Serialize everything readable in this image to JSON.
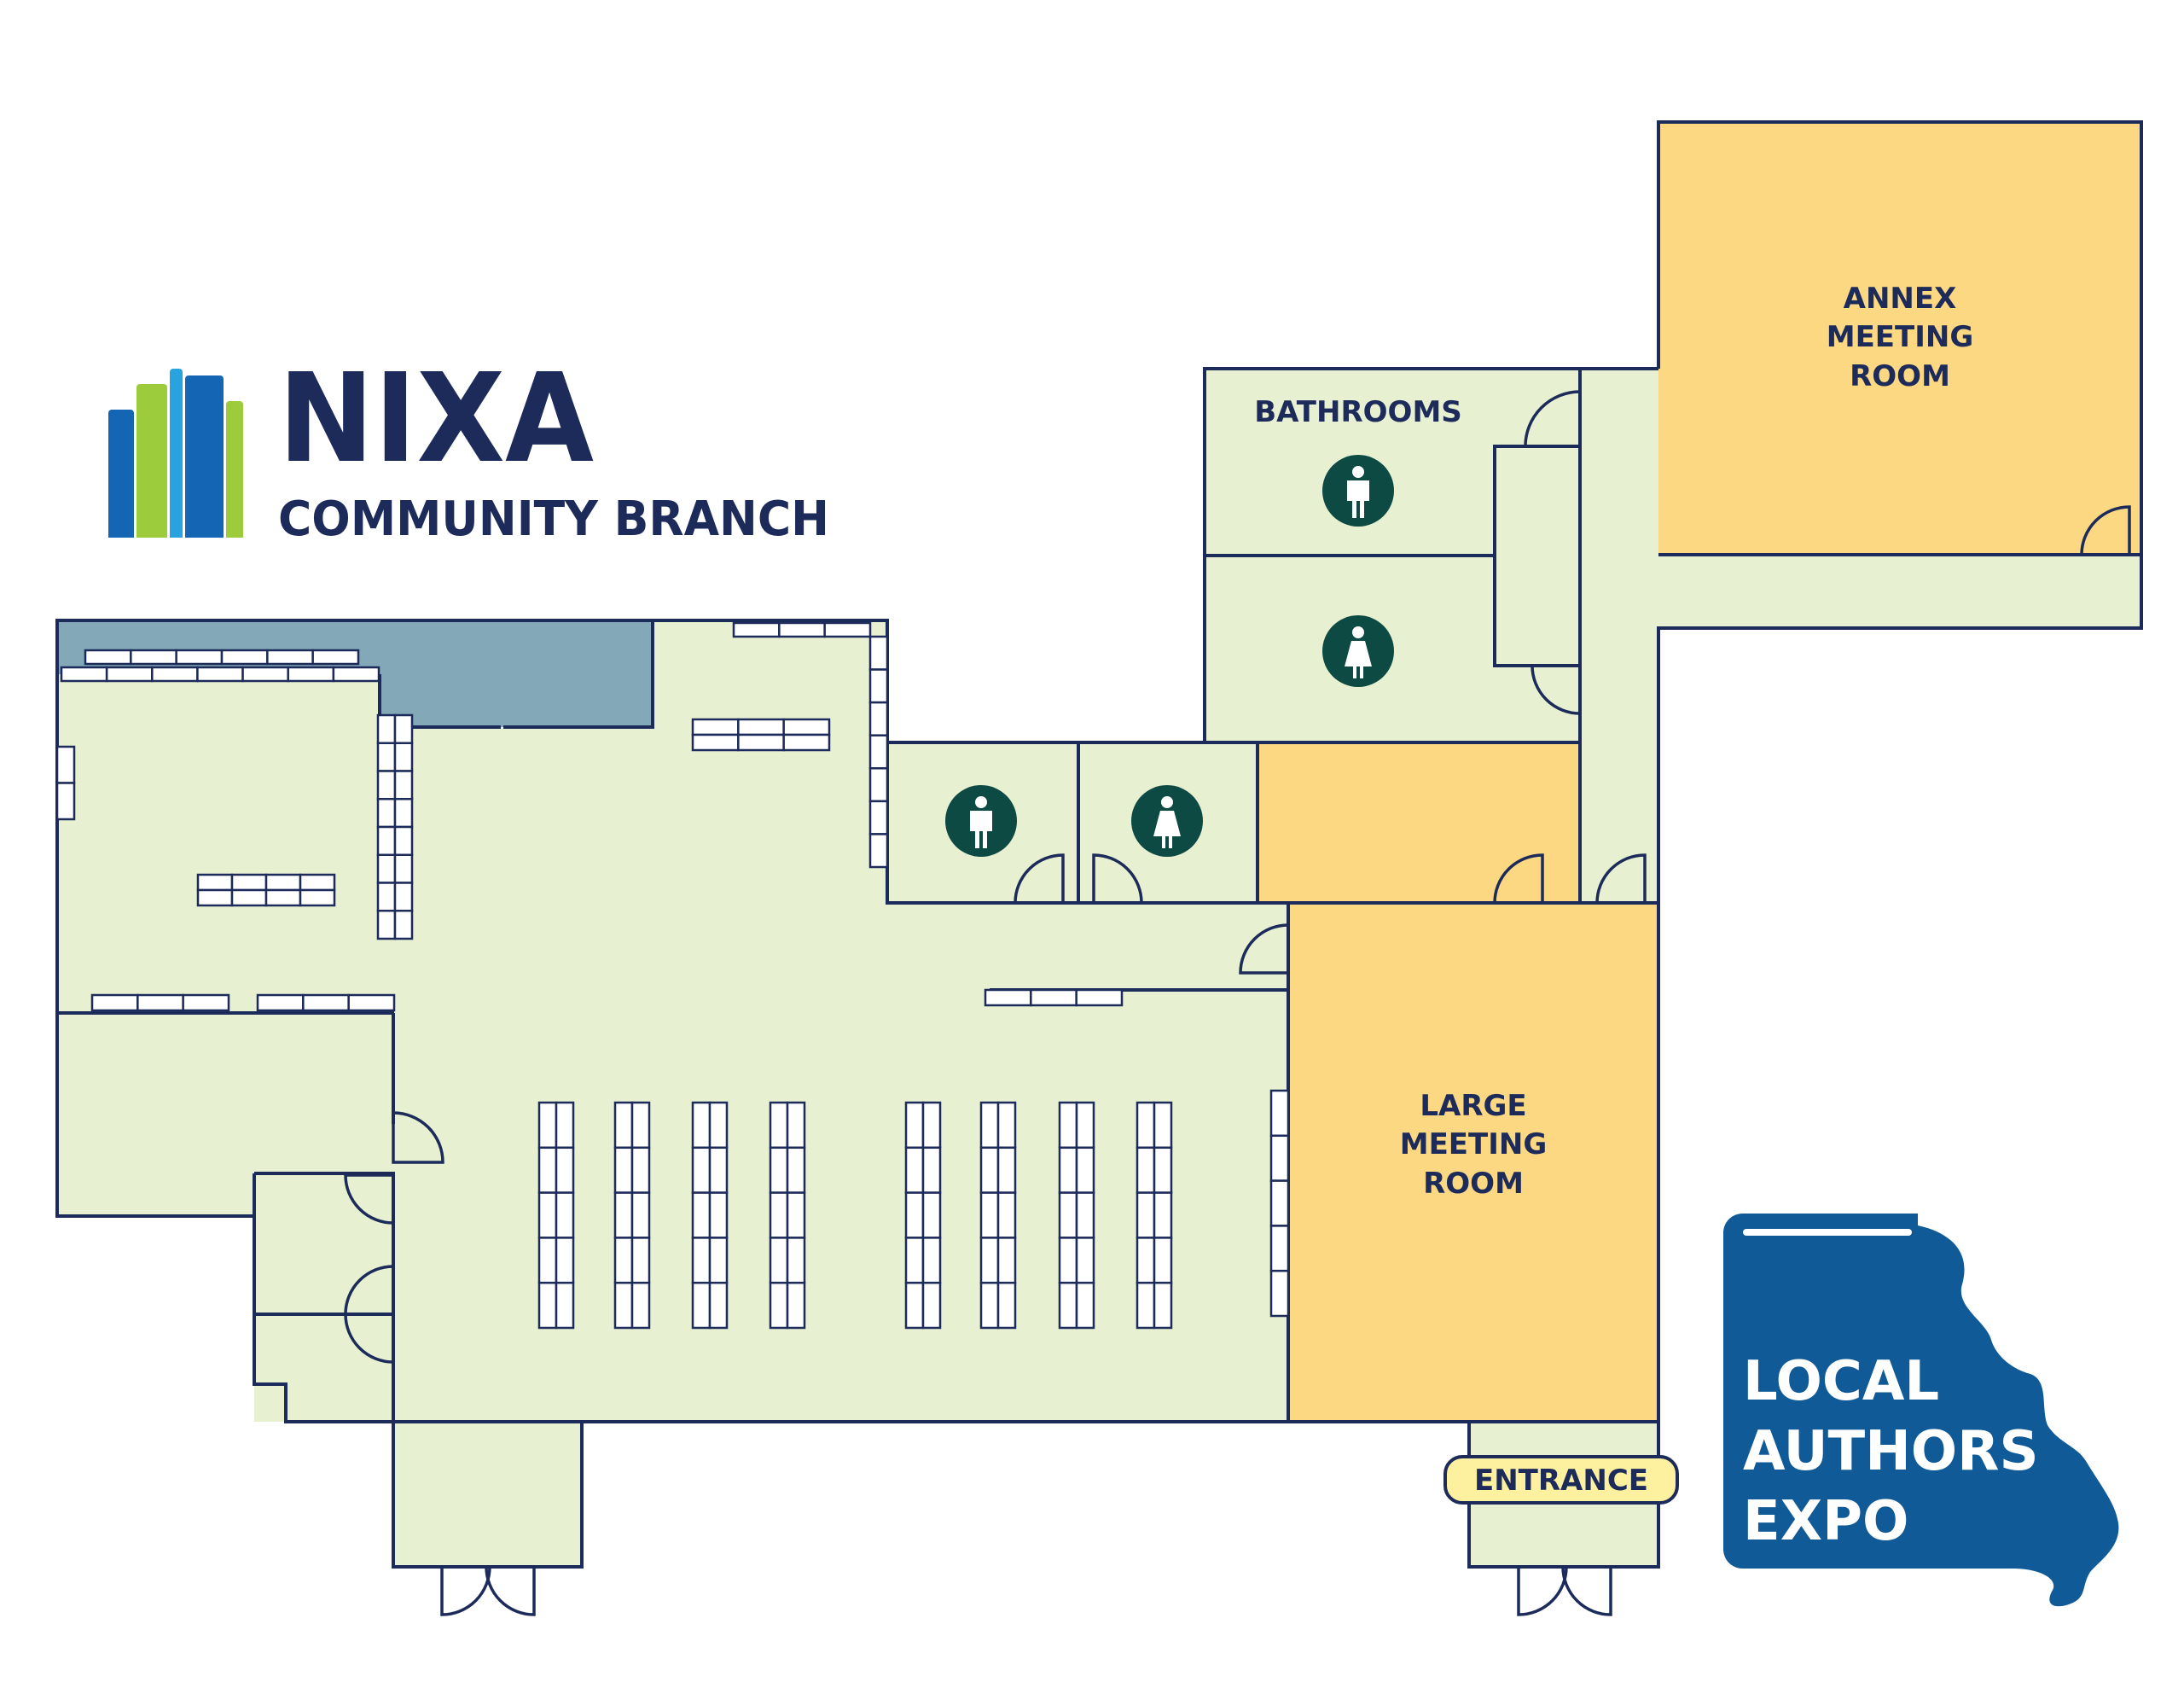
{
  "brand": {
    "title": "NIXA",
    "subtitle": "COMMUNITY BRANCH",
    "logo_icon": "books-icon",
    "colors": {
      "navy": "#1c2b5a",
      "blue": "#1565b5",
      "light_blue": "#29a3e0",
      "green": "#9ccc3c"
    }
  },
  "rooms": {
    "bathrooms": "BATHROOMS",
    "annex": [
      "ANNEX",
      "MEETING",
      "ROOM"
    ],
    "large": [
      "LARGE",
      "MEETING",
      "ROOM"
    ],
    "entrance": "ENTRANCE"
  },
  "icons": {
    "mens": "mens-restroom-icon",
    "womens": "womens-restroom-icon",
    "door": "door-swing-icon"
  },
  "expo": {
    "lines": [
      "LOCAL",
      "AUTHORS",
      "EXPO"
    ],
    "icon": "missouri-book-icon"
  },
  "colors": {
    "floor": "#e8f0d2",
    "meeting": "#fcd883",
    "reading_area": "#83a9b8",
    "expo_blue": "#105a98",
    "entrance_tag": "#fdf1a0",
    "icon_dark": "#0d4a44"
  }
}
